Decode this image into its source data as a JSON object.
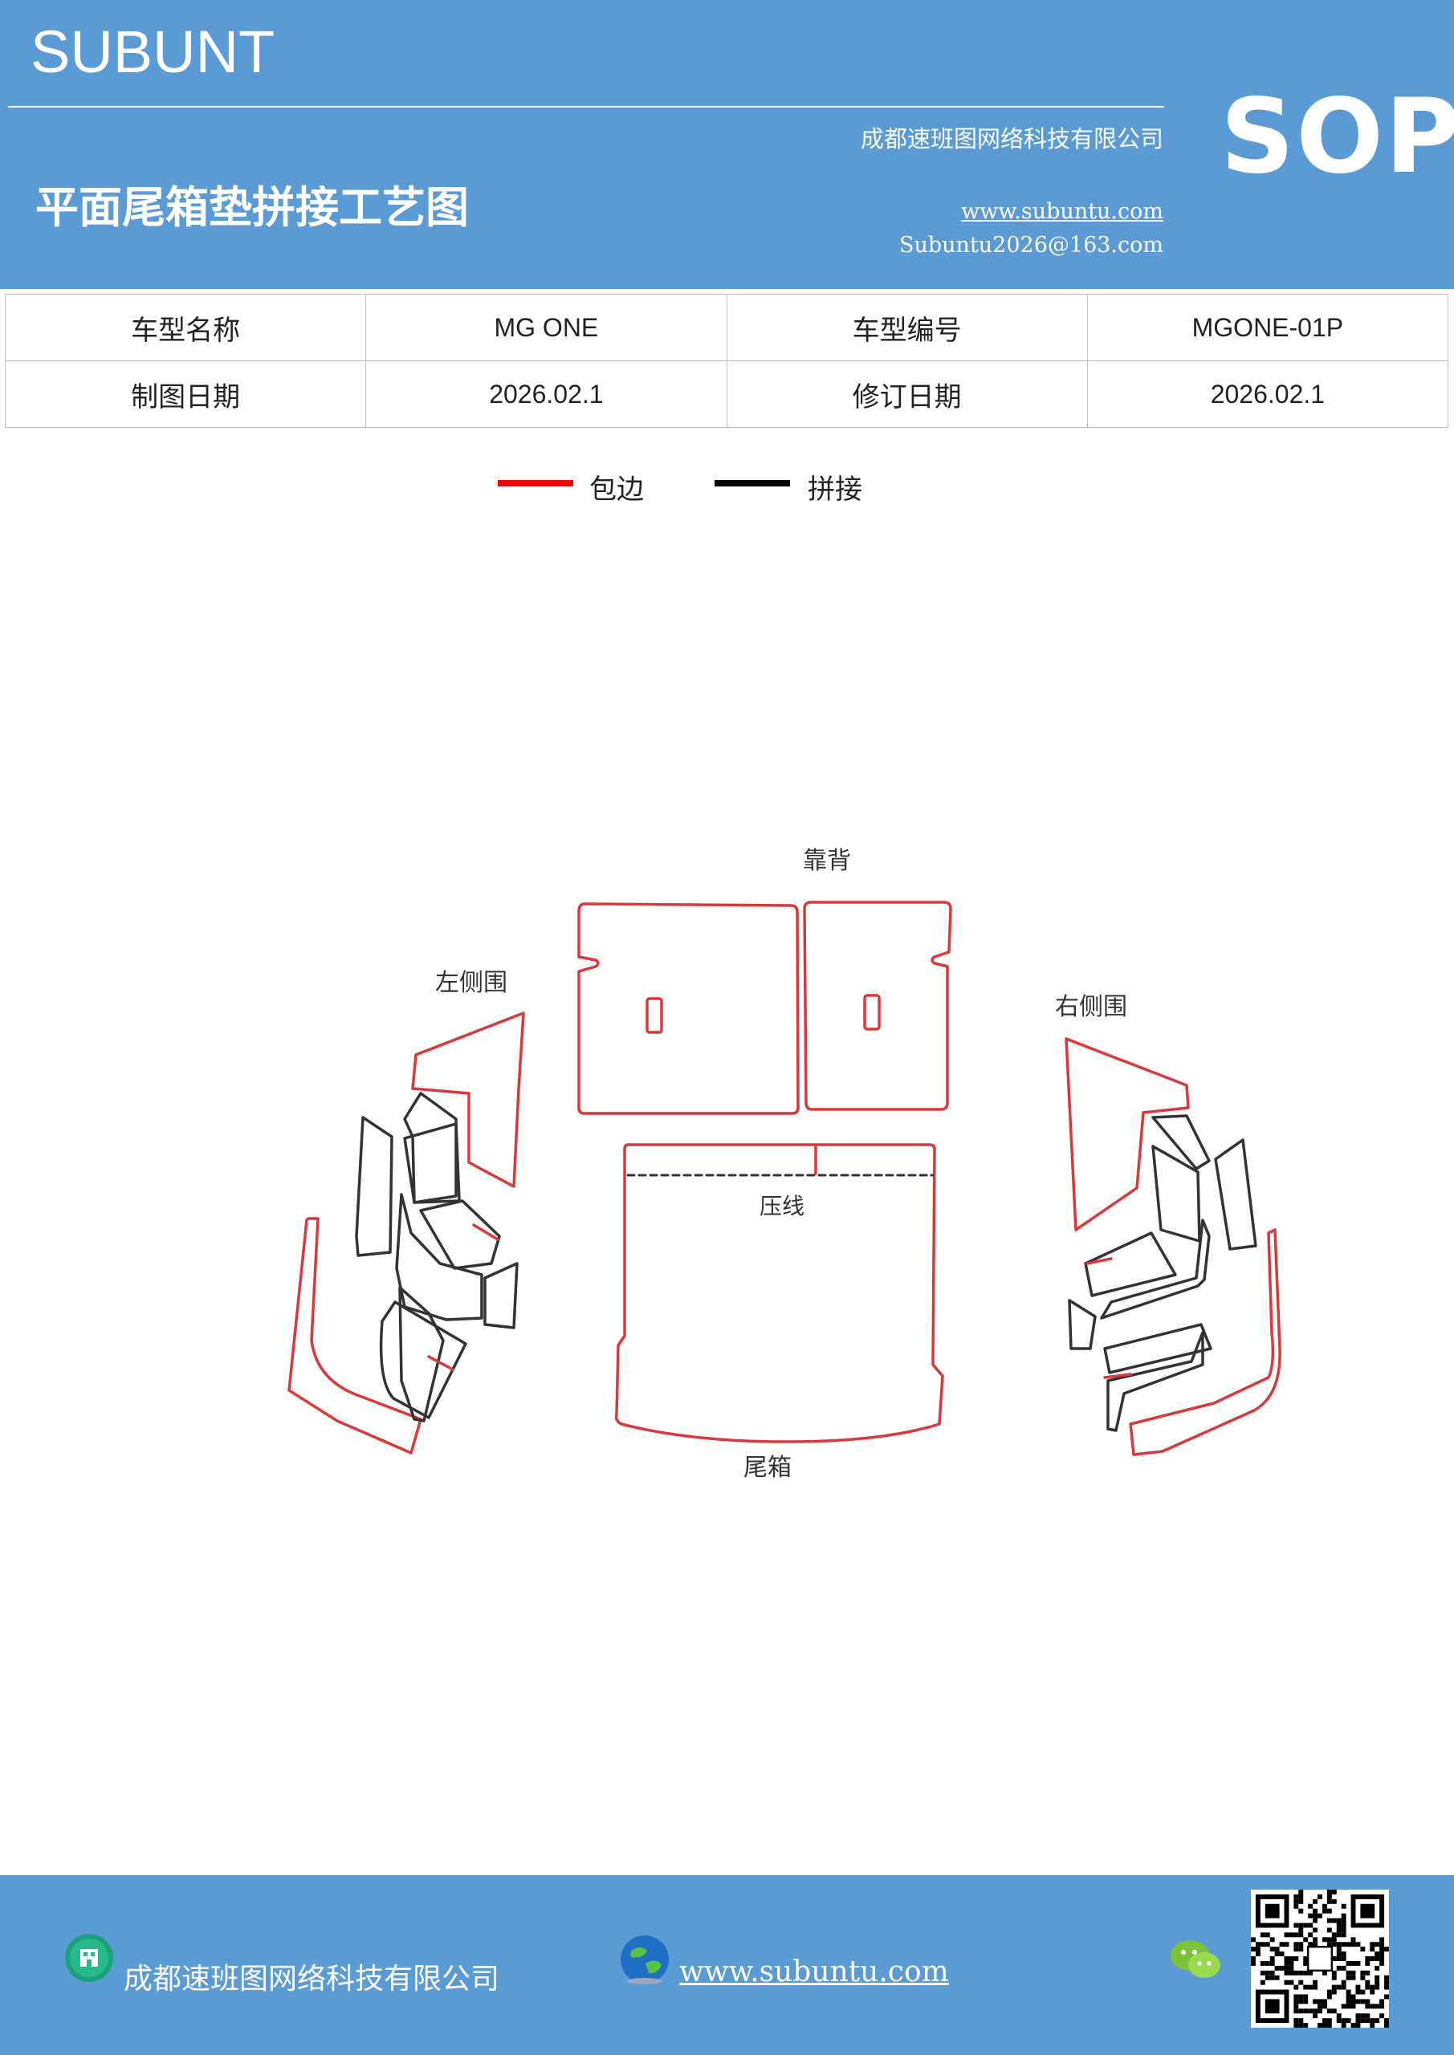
{
  "header": {
    "brand": "SUBUNT",
    "company": "成都速班图网络科技有限公司",
    "title": "平面尾箱垫拼接工艺图",
    "website": "www.subuntu.com",
    "email": "Subuntu2026@163.com",
    "badge": "SOP"
  },
  "info_table": {
    "rows": [
      [
        "车型名称",
        "MG  ONE",
        "车型编号",
        "MGONE-01P"
      ],
      [
        "制图日期",
        "2026.02.1",
        "修订日期",
        "2026.02.1"
      ]
    ]
  },
  "legend": {
    "items": [
      {
        "label": "包边",
        "color": "#ff0000"
      },
      {
        "label": "拼接",
        "color": "#000000"
      }
    ]
  },
  "diagram": {
    "labels": {
      "backrest": "靠背",
      "left_side": "左侧围",
      "right_side": "右侧围",
      "crease": "压线",
      "trunk": "尾箱"
    },
    "colors": {
      "edge": "#d9393a",
      "seam": "#333333"
    }
  },
  "footer": {
    "company": "成都速班图网络科技有限公司",
    "website": "www.subuntu.com "
  }
}
